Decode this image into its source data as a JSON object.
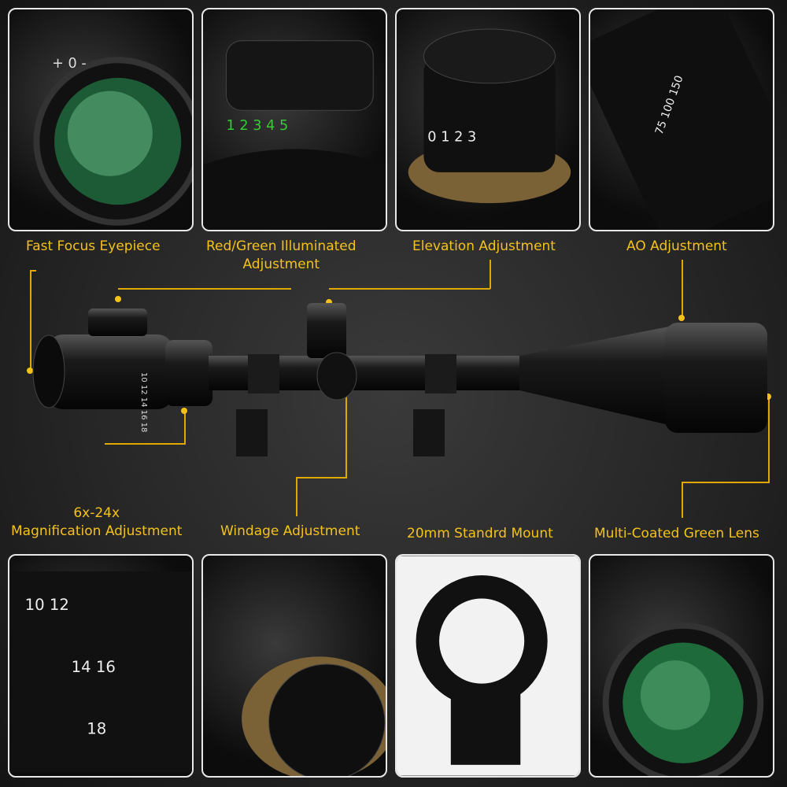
{
  "labels": {
    "eyepiece": "Fast Focus Eyepiece",
    "illuminated_1": "Red/Green Illuminated",
    "illuminated_2": "Adjustment",
    "elevation": "Elevation Adjustment",
    "ao": "AO Adjustment",
    "magnification_1": "6x-24x",
    "magnification_2": "Magnification Adjustment",
    "windage": "Windage Adjustment",
    "mount": "20mm Standrd Mount",
    "lens": "Multi-Coated Green Lens"
  },
  "colors": {
    "accent": "#f4c21b",
    "lens_green": "#2f8a4a",
    "brass": "#a8874a"
  }
}
